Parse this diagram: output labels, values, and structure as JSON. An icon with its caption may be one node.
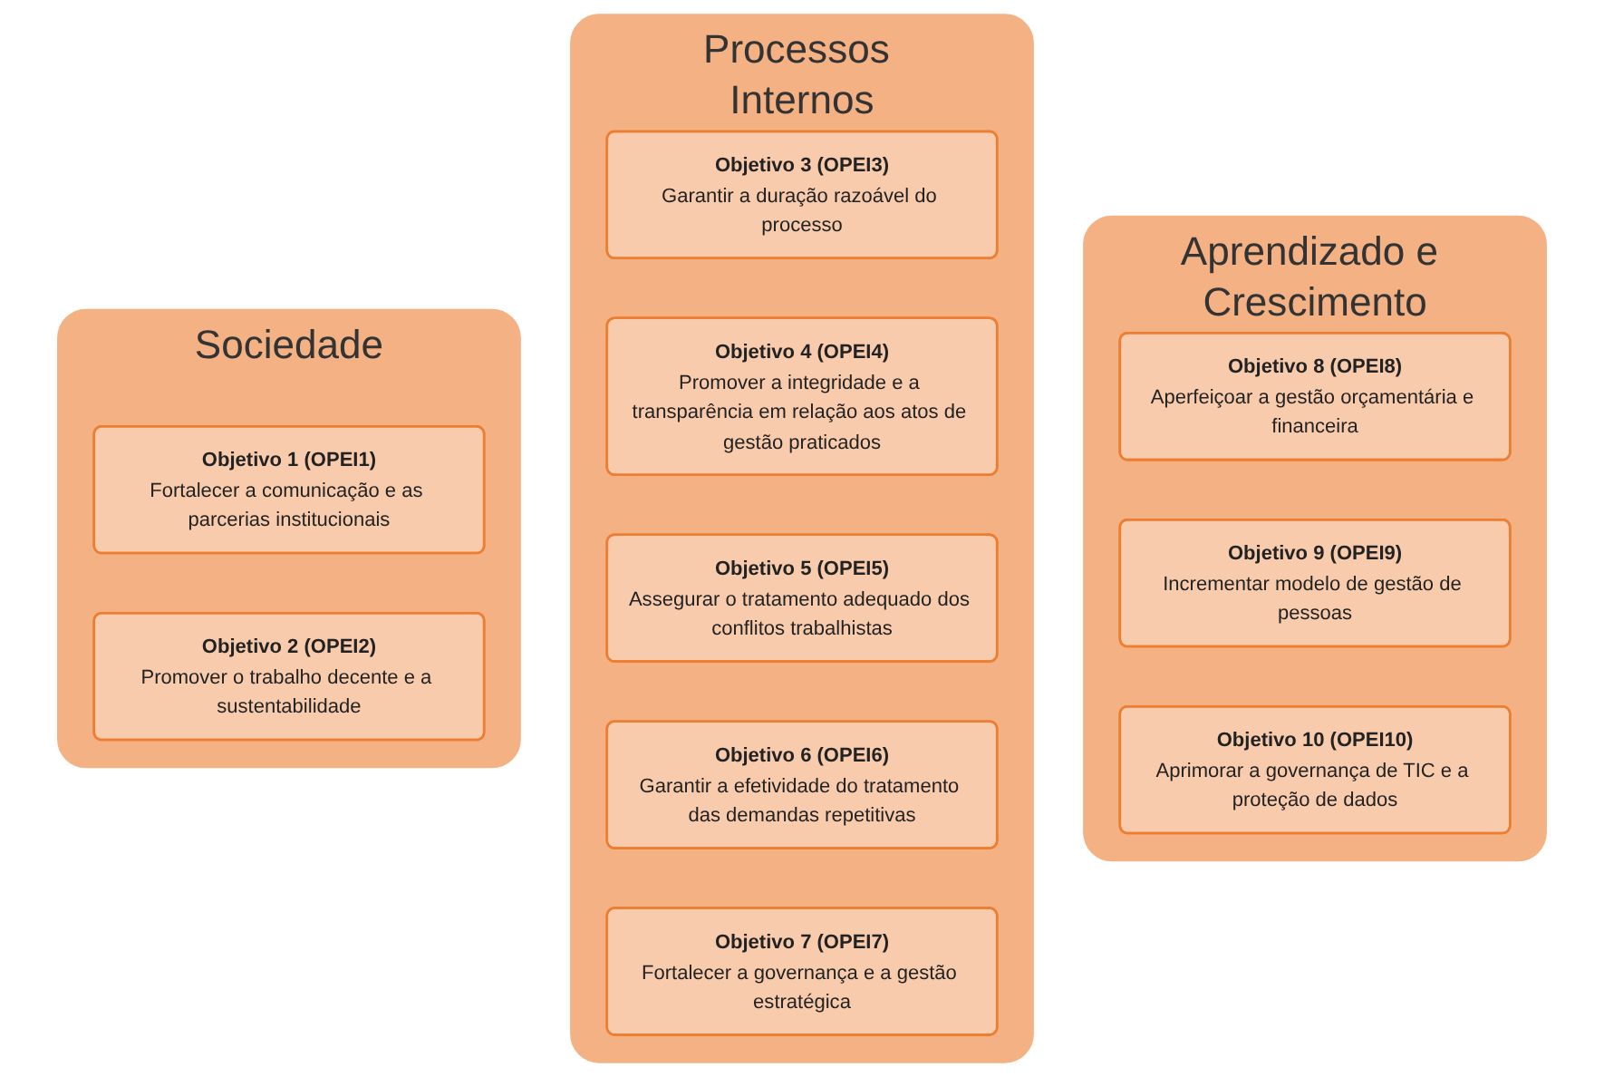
{
  "diagram": {
    "nodes": [
      {
        "text": [
          "Sociedade"
        ]
      },
      {
        "text": [
          "Objetivo 1 (OPEI1)",
          "Fortalecer a comunicação e as parcerias institucionais"
        ],
        "in": 0
      },
      {
        "text": [
          "Objetivo 2 (OPEI2)",
          "Promover o trabalho decente e a sustentabilidade"
        ],
        "in": 0
      },
      {
        "text": [
          "Processos Internos"
        ]
      },
      {
        "text": [
          "Objetivo 3 (OPEI3)",
          "Garantir a duração razoável do processo"
        ],
        "in": 3
      },
      {
        "text": [
          "Objetivo 4 (OPEI4)",
          "Promover a integridade e a transparência em relação aos atos de gestão praticados"
        ],
        "in": 3
      },
      {
        "text": [
          "Objetivo 5 (OPEI5)",
          "Assegurar o tratamento adequado dos conflitos trabalhistas"
        ],
        "in": 3
      },
      {
        "text": [
          "Objetivo 6 (OPEI6)",
          "Garantir a efetividade do tratamento das demandas repetitivas"
        ],
        "in": 3
      },
      {
        "text": [
          "Objetivo 7 (OPEI7)",
          "Fortalecer a governança e a gestão estratégica"
        ],
        "in": 3
      },
      {
        "text": [
          "Aprendizado e Crescimento"
        ]
      },
      {
        "text": [
          "Objetivo 8 (OPEI8)",
          "Aperfeiçoar a gestão orçamentária e financeira"
        ],
        "in": 9
      },
      {
        "text": [
          "Objetivo 9 (OPEI9)",
          "Incrementar modelo de gestão de pessoas"
        ],
        "in": 9
      },
      {
        "text": [
          "Objetivo 10 (OPEI10)",
          "Aprimorar a governança de TIC e a proteção de dados"
        ],
        "in": 9
      }
    ]
  }
}
